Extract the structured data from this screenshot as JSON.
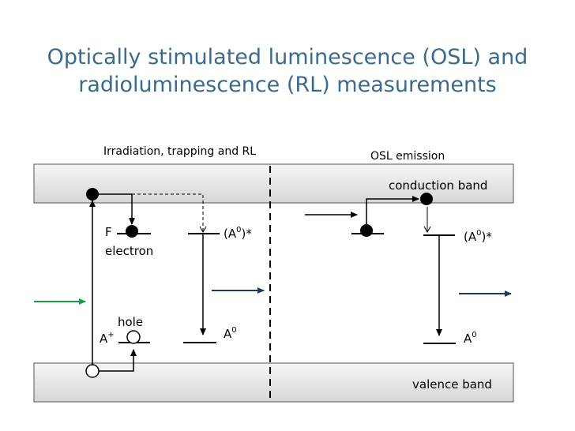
{
  "slide": {
    "title_line1": "Optically stimulated luminescence (OSL) and",
    "title_line2": "radioluminescence (RL) measurements"
  },
  "left_panel": {
    "heading": "Irradiation, trapping and RL",
    "f_label": "F",
    "electron_label": "electron",
    "hole_label": "hole",
    "a_plus": "A",
    "a_plus_sup": "+",
    "excited_state": "(A",
    "excited_sup": "0",
    "excited_tail": ")*",
    "ground_state": "A",
    "ground_sup": "0"
  },
  "right_panel": {
    "heading": "OSL emission",
    "conduction_band": "conduction band",
    "valence_band": "valence band",
    "excited_state": "(A",
    "excited_sup": "0",
    "excited_tail": ")*",
    "ground_state": "A",
    "ground_sup": "0"
  },
  "colors": {
    "title": "#3b6a8f",
    "band_fill_top": "#f4f4f4",
    "band_fill_bottom": "#d9d9d9",
    "irradiation_arrow": "#1a9a4a",
    "emission_arrow": "#1f3a5f"
  }
}
